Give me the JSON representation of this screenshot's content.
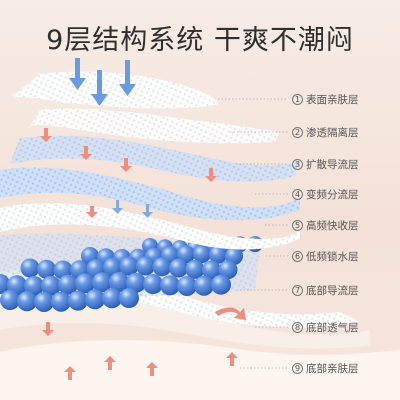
{
  "title": "9层结构系统 干爽不潮闷",
  "layers": [
    {
      "num": "1",
      "label": "表面亲肤层"
    },
    {
      "num": "2",
      "label": "渗透隔离层"
    },
    {
      "num": "3",
      "label": "扩散导流层"
    },
    {
      "num": "4",
      "label": "变频分流层"
    },
    {
      "num": "5",
      "label": "高频快收层"
    },
    {
      "num": "6",
      "label": "低频锁水层"
    },
    {
      "num": "7",
      "label": "底部导流层"
    },
    {
      "num": "8",
      "label": "底部透气层"
    },
    {
      "num": "9",
      "label": "底部亲肤层"
    }
  ],
  "colors": {
    "accent_blue": "#5b8fd8",
    "accent_pink": "#ee8a7e",
    "bead": "#3f78d6"
  }
}
